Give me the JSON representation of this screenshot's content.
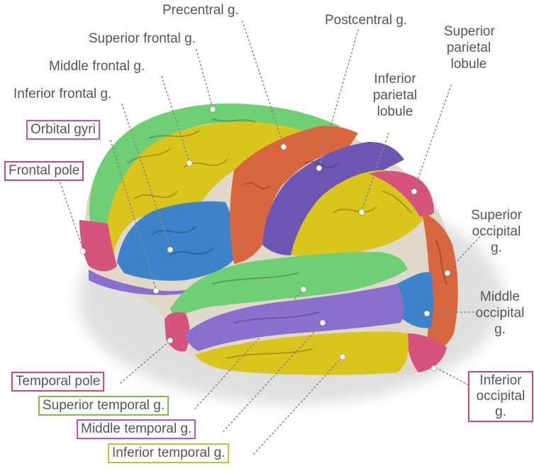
{
  "diagram": {
    "regions": [
      {
        "id": "superior-frontal",
        "color": "#6fcf74"
      },
      {
        "id": "middle-frontal",
        "color": "#d9c51c"
      },
      {
        "id": "inferior-frontal",
        "color": "#3d83c9"
      },
      {
        "id": "precentral",
        "color": "#d8663e"
      },
      {
        "id": "postcentral",
        "color": "#6c56b3"
      },
      {
        "id": "superior-parietal",
        "color": "#d6537d"
      },
      {
        "id": "inferior-parietal",
        "color": "#d9c51c"
      },
      {
        "id": "occipital",
        "color": "#d8663e"
      },
      {
        "id": "middle-occipital",
        "color": "#3d83c9"
      },
      {
        "id": "inferior-occipital",
        "color": "#d6537d"
      },
      {
        "id": "temporal-pole",
        "color": "#d6537d"
      },
      {
        "id": "superior-temporal",
        "color": "#6fcf74"
      },
      {
        "id": "middle-temporal",
        "color": "#8a6fcf"
      },
      {
        "id": "inferior-temporal",
        "color": "#d9c51c"
      },
      {
        "id": "frontal-pole",
        "color": "#d6537d"
      },
      {
        "id": "orbital",
        "color": "#8a6fcf"
      }
    ],
    "labels": {
      "precentral": "Precentral g.",
      "postcentral": "Postcentral g.",
      "superior_frontal": "Superior frontal g.",
      "middle_frontal": "Middle frontal g.",
      "inferior_frontal": "Inferior frontal g.",
      "orbital_gyri": "Orbital gyri",
      "frontal_pole": "Frontal pole",
      "superior_parietal": [
        "Superior",
        "parietal",
        "lobule"
      ],
      "inferior_parietal": [
        "Inferior",
        "parietal",
        "lobule"
      ],
      "superior_occipital": [
        "Superior",
        "occipital",
        "g."
      ],
      "middle_occipital": [
        "Middle",
        "occipital",
        "g."
      ],
      "inferior_occipital": [
        "Inferior",
        "occipital",
        "g."
      ],
      "temporal_pole": "Temporal pole",
      "superior_temporal": "Superior temporal g.",
      "middle_temporal": "Middle temporal g.",
      "inferior_temporal": "Inferior temporal g."
    },
    "box_colors": {
      "magenta": "#c24fd4",
      "pink": "#d6457a",
      "green": "#7ac142",
      "yellow": "#c9c12a"
    },
    "text_color": "#555555"
  }
}
